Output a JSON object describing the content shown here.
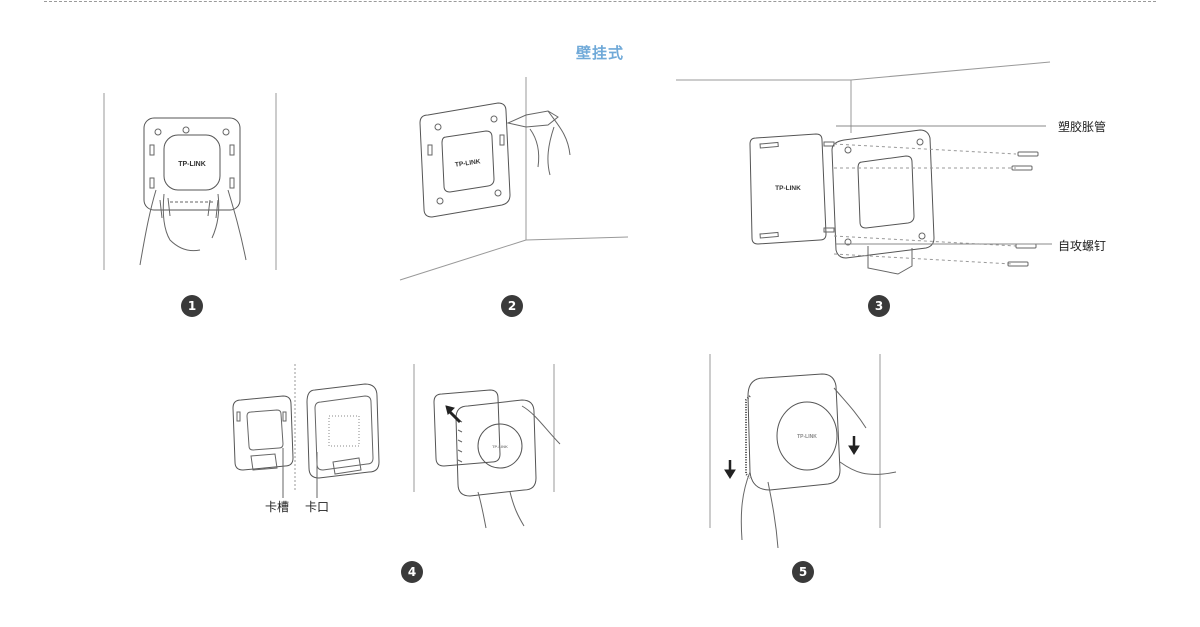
{
  "header": {
    "title": "壁挂式"
  },
  "brand": {
    "logo_text": "TP-LINK",
    "device_print": "TP-LINK"
  },
  "steps": [
    {
      "number": "1"
    },
    {
      "number": "2"
    },
    {
      "number": "3",
      "labels": {
        "anchor": "塑胶胀管",
        "screw": "自攻螺钉"
      }
    },
    {
      "number": "4",
      "labels": {
        "slot": "卡槽",
        "clip": "卡口"
      }
    },
    {
      "number": "5"
    }
  ],
  "colors": {
    "title": "#6fa9d8",
    "badge": "#3a3a3a",
    "line": "#666666"
  }
}
